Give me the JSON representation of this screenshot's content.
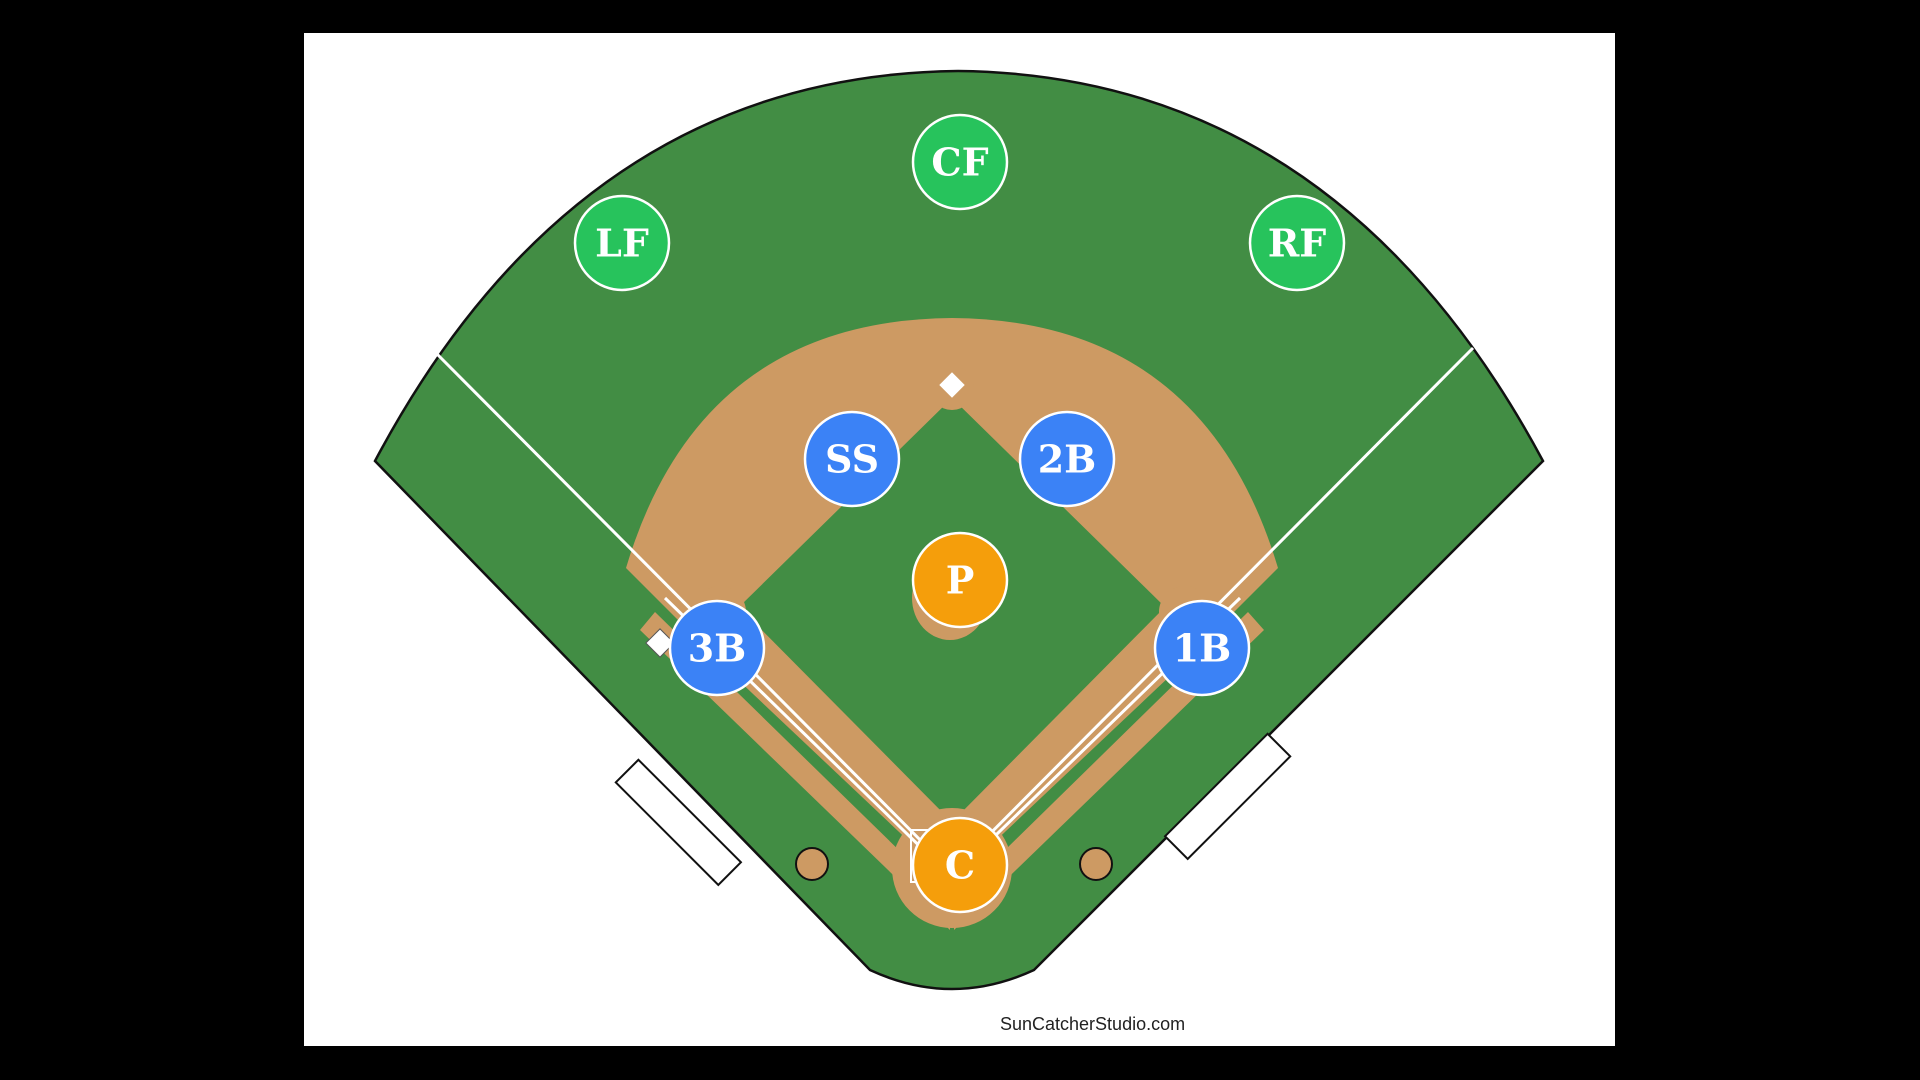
{
  "colors": {
    "background": "#000000",
    "page": "#ffffff",
    "grass": "#428d44",
    "dirt": "#cd9a63",
    "lines": "#ffffff",
    "outfield_player": "#27c35c",
    "infield_player": "#3b82f6",
    "battery_player": "#f59e0b"
  },
  "positions": {
    "cf": "CF",
    "lf": "LF",
    "rf": "RF",
    "ss": "SS",
    "second_base": "2B",
    "pitcher": "P",
    "third_base": "3B",
    "first_base": "1B",
    "catcher": "C"
  },
  "credit": "SunCatcherStudio.com"
}
